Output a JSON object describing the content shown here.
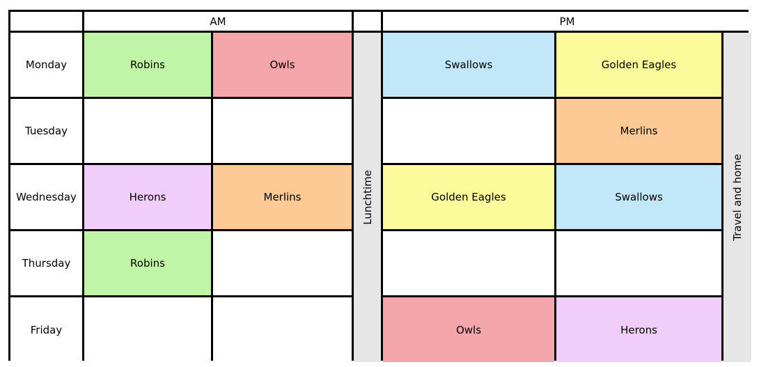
{
  "header": {
    "am": "AM",
    "pm": "PM"
  },
  "lunch_label": "Lunchtime",
  "travel_label": "Travel and home",
  "days": [
    "Monday",
    "Tuesday",
    "Wednesday",
    "Thursday",
    "Friday"
  ],
  "slots": [
    {
      "am1": "Robins",
      "am2": "Owls",
      "pm1": "Swallows",
      "pm2": "Golden Eagles"
    },
    {
      "am1": "",
      "am2": "",
      "pm1": "",
      "pm2": "Merlins"
    },
    {
      "am1": "Herons",
      "am2": "Merlins",
      "pm1": "Golden Eagles",
      "pm2": "Swallows"
    },
    {
      "am1": "Robins",
      "am2": "",
      "pm1": "",
      "pm2": ""
    },
    {
      "am1": "",
      "am2": "",
      "pm1": "Owls",
      "pm2": "Herons"
    }
  ],
  "colors": {
    "Robins": "#c0f5a8",
    "Owls": "#f4a6ab",
    "Swallows": "#c2e7f8",
    "Golden Eagles": "#fbfb9c",
    "Merlins": "#fdca96",
    "Herons": "#f1cdf9",
    "empty": "#ffffff",
    "lunch": "#e7e6e6"
  }
}
